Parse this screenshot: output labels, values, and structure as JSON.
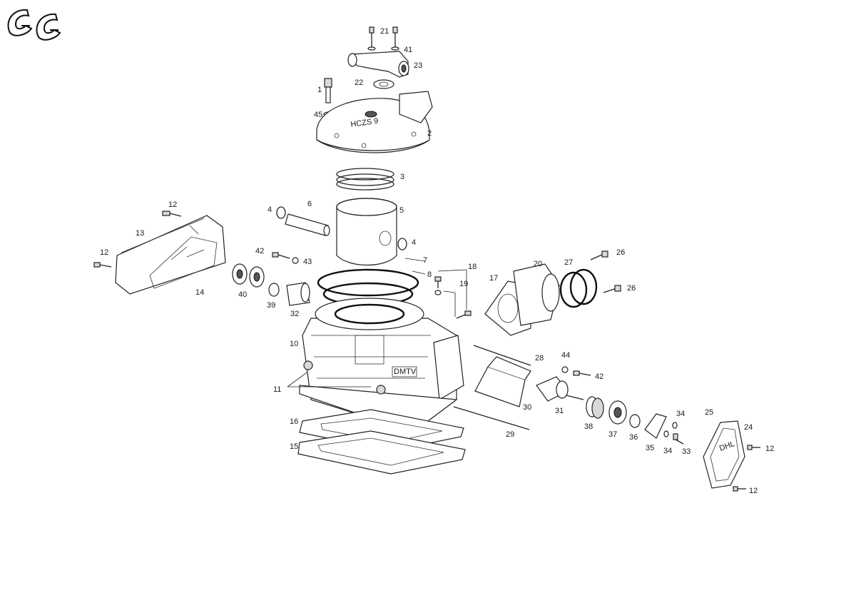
{
  "logo": {
    "text": "GG"
  },
  "callouts": [
    {
      "id": "21",
      "text": "21"
    },
    {
      "id": "41",
      "text": "41"
    },
    {
      "id": "23",
      "text": "23"
    },
    {
      "id": "22",
      "text": "22"
    },
    {
      "id": "1",
      "text": "1"
    },
    {
      "id": "45",
      "text": "45"
    },
    {
      "id": "2",
      "text": "2"
    },
    {
      "id": "3",
      "text": "3"
    },
    {
      "id": "4a",
      "text": "4"
    },
    {
      "id": "6",
      "text": "6"
    },
    {
      "id": "5",
      "text": "5"
    },
    {
      "id": "4b",
      "text": "4"
    },
    {
      "id": "7",
      "text": "7"
    },
    {
      "id": "8",
      "text": "8"
    },
    {
      "id": "18",
      "text": "18"
    },
    {
      "id": "19",
      "text": "19"
    },
    {
      "id": "12a",
      "text": "12"
    },
    {
      "id": "13",
      "text": "13"
    },
    {
      "id": "12b",
      "text": "12"
    },
    {
      "id": "14",
      "text": "14"
    },
    {
      "id": "42a",
      "text": "42"
    },
    {
      "id": "43",
      "text": "43"
    },
    {
      "id": "40",
      "text": "40"
    },
    {
      "id": "39",
      "text": "39"
    },
    {
      "id": "32",
      "text": "32"
    },
    {
      "id": "17",
      "text": "17"
    },
    {
      "id": "20",
      "text": "20"
    },
    {
      "id": "27",
      "text": "27"
    },
    {
      "id": "26a",
      "text": "26"
    },
    {
      "id": "26b",
      "text": "26"
    },
    {
      "id": "10",
      "text": "10"
    },
    {
      "id": "11",
      "text": "11"
    },
    {
      "id": "28",
      "text": "28"
    },
    {
      "id": "44",
      "text": "44"
    },
    {
      "id": "42b",
      "text": "42"
    },
    {
      "id": "30",
      "text": "30"
    },
    {
      "id": "31",
      "text": "31"
    },
    {
      "id": "38",
      "text": "38"
    },
    {
      "id": "37",
      "text": "37"
    },
    {
      "id": "36",
      "text": "36"
    },
    {
      "id": "35",
      "text": "35"
    },
    {
      "id": "34a",
      "text": "34"
    },
    {
      "id": "34b",
      "text": "34"
    },
    {
      "id": "33",
      "text": "33"
    },
    {
      "id": "25",
      "text": "25"
    },
    {
      "id": "24",
      "text": "24"
    },
    {
      "id": "12c",
      "text": "12"
    },
    {
      "id": "12d",
      "text": "12"
    },
    {
      "id": "29",
      "text": "29"
    },
    {
      "id": "16",
      "text": "16"
    },
    {
      "id": "15",
      "text": "15"
    }
  ]
}
